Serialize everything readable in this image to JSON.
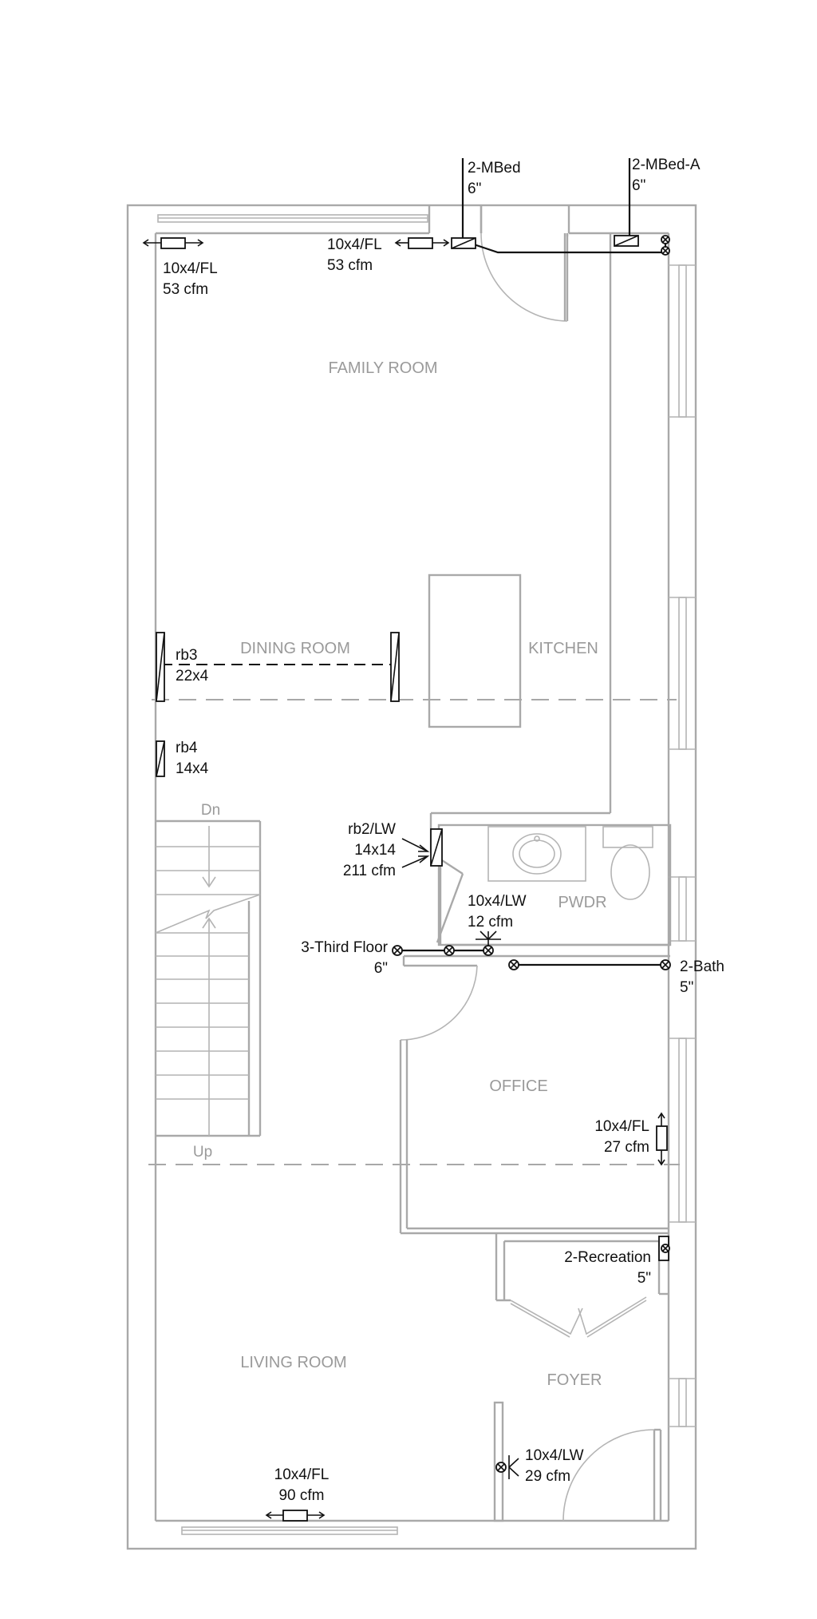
{
  "rooms": {
    "family_room": "FAMILY ROOM",
    "dining_room": "DINING ROOM",
    "kitchen": "KITCHEN",
    "pwdr": "PWDR",
    "office": "OFFICE",
    "living_room": "LIVING ROOM",
    "foyer": "FOYER"
  },
  "stairs": {
    "down": "Dn",
    "up": "Up"
  },
  "ducts": {
    "mbed": {
      "name": "2-MBed",
      "size": "6\""
    },
    "mbed_a": {
      "name": "2-MBed-A",
      "size": "6\""
    },
    "third_floor": {
      "name": "3-Third Floor",
      "size": "6\""
    },
    "bath": {
      "name": "2-Bath",
      "size": "5\""
    },
    "recreation": {
      "name": "2-Recreation",
      "size": "5\""
    }
  },
  "registers": {
    "family_left": {
      "type": "10x4/FL",
      "cfm": "53 cfm"
    },
    "family_right": {
      "type": "10x4/FL",
      "cfm": "53 cfm"
    },
    "pwdr_lw": {
      "type": "10x4/LW",
      "cfm": "12 cfm"
    },
    "office_fl": {
      "type": "10x4/FL",
      "cfm": "27 cfm"
    },
    "foyer_lw": {
      "type": "10x4/LW",
      "cfm": "29 cfm"
    },
    "living_fl": {
      "type": "10x4/FL",
      "cfm": "90 cfm"
    }
  },
  "returns": {
    "rb3": {
      "name": "rb3",
      "size": "22x4"
    },
    "rb4": {
      "name": "rb4",
      "size": "14x4"
    },
    "rb2": {
      "name": "rb2/LW",
      "size": "14x14",
      "cfm": "211 cfm"
    }
  }
}
